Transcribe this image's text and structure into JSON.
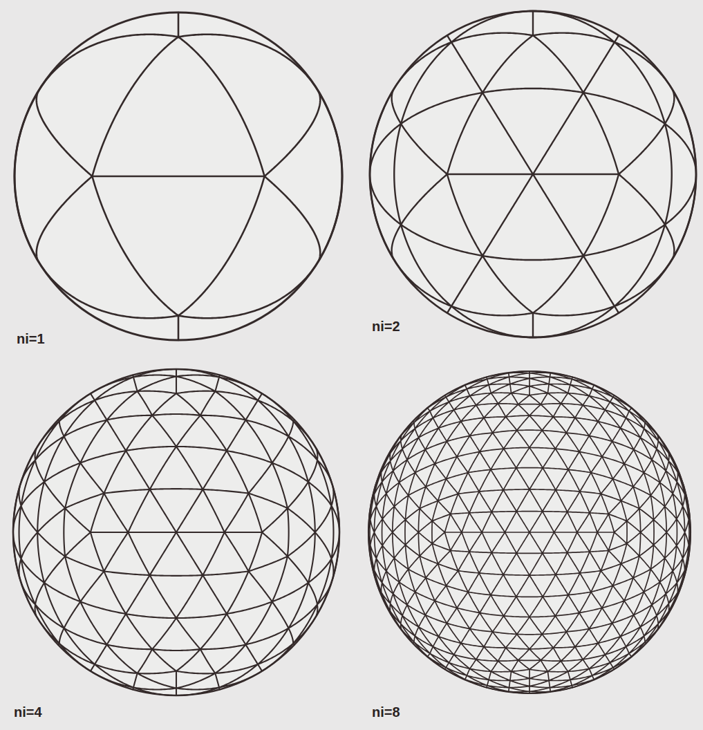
{
  "diagram": {
    "labels": [
      "ni=1",
      "ni=2",
      "ni=4",
      "ni=8"
    ]
  }
}
